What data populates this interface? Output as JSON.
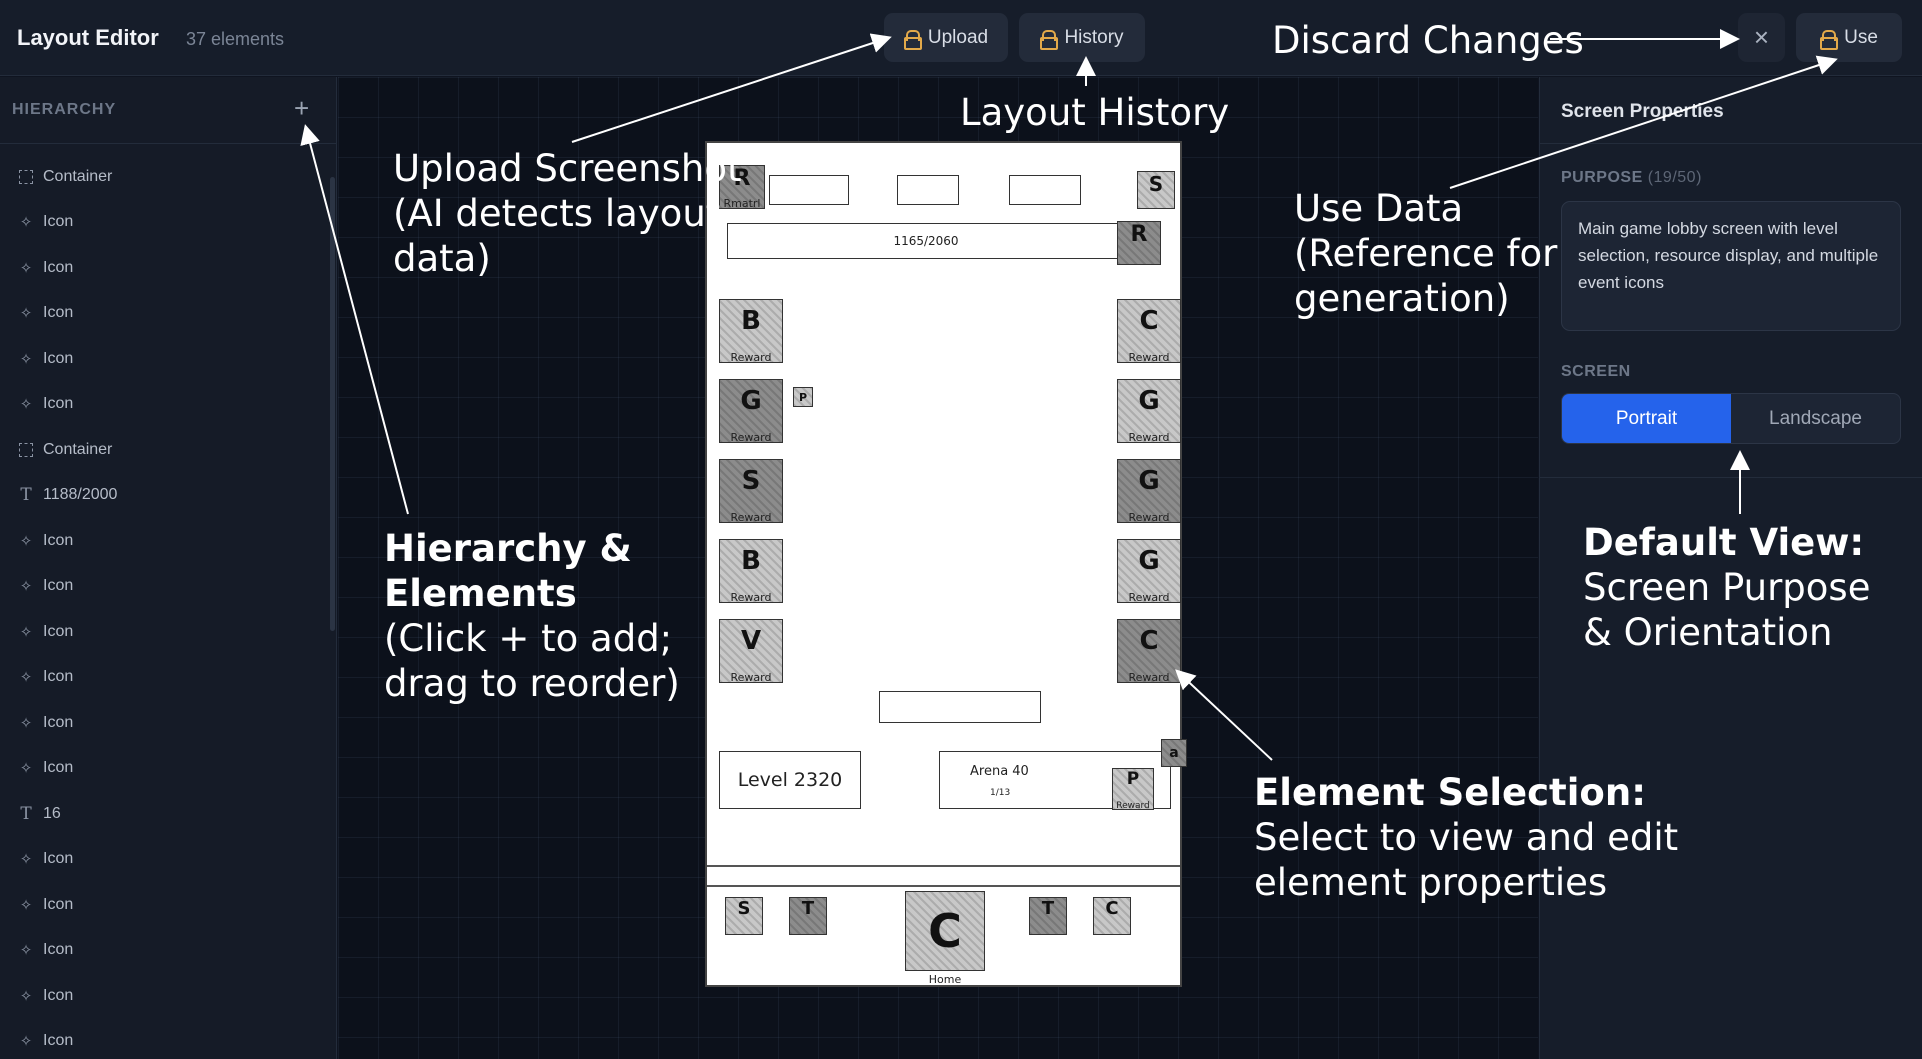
{
  "app": {
    "title": "Layout Editor",
    "element_count": "37 elements"
  },
  "toolbar": {
    "upload_label": "Upload",
    "history_label": "History",
    "use_label": "Use",
    "close_icon": "×"
  },
  "sidebar": {
    "header": "HIERARCHY",
    "add_icon": "+",
    "items": [
      {
        "type": "container",
        "label": "Container"
      },
      {
        "type": "icon",
        "label": "Icon"
      },
      {
        "type": "icon",
        "label": "Icon"
      },
      {
        "type": "icon",
        "label": "Icon"
      },
      {
        "type": "icon",
        "label": "Icon"
      },
      {
        "type": "icon",
        "label": "Icon"
      },
      {
        "type": "container",
        "label": "Container"
      },
      {
        "type": "text",
        "label": "1188/2000"
      },
      {
        "type": "icon",
        "label": "Icon"
      },
      {
        "type": "icon",
        "label": "Icon"
      },
      {
        "type": "icon",
        "label": "Icon"
      },
      {
        "type": "icon",
        "label": "Icon"
      },
      {
        "type": "icon",
        "label": "Icon"
      },
      {
        "type": "icon",
        "label": "Icon"
      },
      {
        "type": "text",
        "label": "16"
      },
      {
        "type": "icon",
        "label": "Icon"
      },
      {
        "type": "icon",
        "label": "Icon"
      },
      {
        "type": "icon",
        "label": "Icon"
      },
      {
        "type": "icon",
        "label": "Icon"
      },
      {
        "type": "icon",
        "label": "Icon"
      }
    ]
  },
  "properties": {
    "title": "Screen Properties",
    "purpose_label": "PURPOSE",
    "purpose_count": "(19/50)",
    "purpose_text": "Main game lobby screen with level selection, resource display, and multiple event icons",
    "screen_label": "SCREEN",
    "orientation_options": [
      "Portrait",
      "Landscape"
    ],
    "orientation_selected": "Portrait",
    "accent_color": "#2563eb"
  },
  "mockup": {
    "top_icon_left": "R",
    "top_icon_left_caption": "Rmatrl",
    "top_icon_right": "S",
    "bar_text": "1165/2060",
    "bar_icon": "R",
    "left_column": [
      {
        "letter": "B",
        "caption": "Reward"
      },
      {
        "letter": "G",
        "caption": "Reward"
      },
      {
        "letter": "S",
        "caption": "Reward"
      },
      {
        "letter": "B",
        "caption": "Reward"
      },
      {
        "letter": "V",
        "caption": "Reward"
      }
    ],
    "right_column": [
      {
        "letter": "C",
        "caption": "Reward"
      },
      {
        "letter": "G",
        "caption": "Reward"
      },
      {
        "letter": "G",
        "caption": "Reward"
      },
      {
        "letter": "G",
        "caption": "Reward"
      },
      {
        "letter": "C",
        "caption": "Reward"
      }
    ],
    "small_badge": "P",
    "level_text": "Level 2320",
    "arena_text": "Arena 40",
    "arena_sub": "1/13",
    "arena_icon": "P",
    "arena_icon_caption": "Reward",
    "side_tab": "a",
    "bottom_nav": [
      {
        "letter": "S"
      },
      {
        "letter": "T"
      },
      {
        "letter": "C",
        "caption": "Home"
      },
      {
        "letter": "T"
      },
      {
        "letter": "C"
      }
    ]
  },
  "annotations": {
    "discard": "Discard Changes",
    "layout_history": "Layout History",
    "upload_title": "Upload Screenshot",
    "upload_sub1": "(AI detects layout",
    "upload_sub2": "data)",
    "use_title": "Use Data",
    "use_sub1": "(Reference for",
    "use_sub2": "generation)",
    "hierarchy_title1": "Hierarchy &",
    "hierarchy_title2": "Elements",
    "hierarchy_sub1": "(Click + to add;",
    "hierarchy_sub2": "drag to reorder)",
    "default_title": "Default View:",
    "default_sub1": "Screen Purpose",
    "default_sub2": "& Orientation",
    "selection_title": "Element Selection:",
    "selection_sub1": "Select to view and edit",
    "selection_sub2": "element properties"
  }
}
